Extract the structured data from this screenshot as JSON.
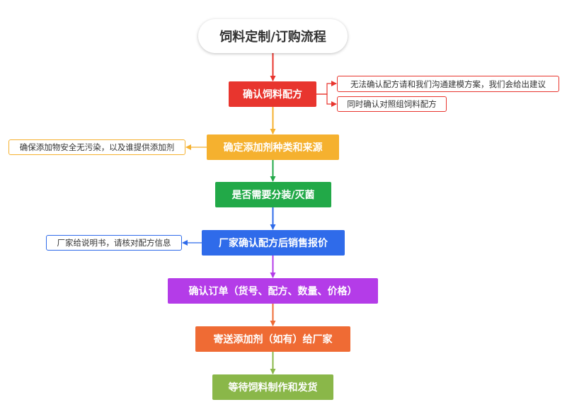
{
  "title": "饲料定制/订购流程",
  "steps": [
    {
      "label": "确认饲料配方",
      "color": "#e8352e"
    },
    {
      "label": "确定添加剂种类和来源",
      "color": "#f5b12f"
    },
    {
      "label": "是否需要分装/灭菌",
      "color": "#22a948"
    },
    {
      "label": "厂家确认配方后销售报价",
      "color": "#2f6bea"
    },
    {
      "label": "确认订单（货号、配方、数量、价格）",
      "color": "#b43ce8"
    },
    {
      "label": "寄送添加剂（如有）给厂家",
      "color": "#ef6b34"
    },
    {
      "label": "等待饲料制作和发货",
      "color": "#8ab749"
    }
  ],
  "notes": [
    {
      "text": "无法确认配方请和我们沟通建模方案，我们会给出建议",
      "color": "#e8352e"
    },
    {
      "text": "同时确认对照组饲料配方",
      "color": "#e8352e"
    },
    {
      "text": "确保添加物安全无污染，以及谁提供添加剂",
      "color": "#f5b12f"
    },
    {
      "text": "厂家给说明书，请核对配方信息",
      "color": "#2f6bea"
    }
  ]
}
